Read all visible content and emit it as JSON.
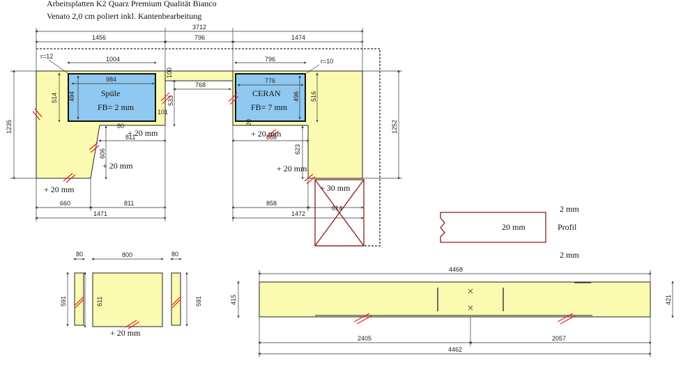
{
  "header": {
    "line1": "Arbeitsplatten K2 Quarz Premium Qualität Bianco",
    "line2": "Venato 2,0 cm poliert inkl. Kantenbearbeitung"
  },
  "cutouts": {
    "sink_label": "Spüle",
    "sink_fb": "FB= 2 mm",
    "ceran_label": "CERAN",
    "ceran_fb": "FB= 7 mm"
  },
  "radii": {
    "left": "r=12",
    "right": "r=10"
  },
  "edge_notes": {
    "a": "+ 20 mm",
    "b": "+ 20 mm",
    "c": "+ 20 mm",
    "d": "+ 20 mm",
    "e": "+ 20 mm",
    "f": "+ 30 mm",
    "g": "+ 20 mm"
  },
  "profile": {
    "top": "2 mm",
    "middle": "20 mm",
    "label": "Profil",
    "bottom": "2 mm"
  },
  "dims": {
    "total": "3712",
    "top_left": "1456",
    "top_mid": "796",
    "top_right": "1474",
    "sink_outer": "1004",
    "sink_inner": "984",
    "ceran_outer": "796",
    "ceran_inner": "776",
    "left_height": "1235",
    "right_height": "1252",
    "sink_h_outer": "514",
    "sink_h_inner": "494",
    "ceran_h_inner": "496",
    "ceran_h_outer": "516",
    "bridge_w": "768",
    "bridge_h": "533",
    "bridge_top": "100",
    "small_101": "101",
    "small_80a": "80",
    "small_20": "20",
    "under_left": "811",
    "under_right": "858",
    "leg_left_h": "606",
    "leg_right_h": "623",
    "bot_660": "660",
    "bot_811": "811",
    "bot_1471": "1471",
    "bot_858": "858",
    "bot_614": "614",
    "bot_1472": "1472",
    "p_80a": "80",
    "p_800": "800",
    "p_80b": "80",
    "p_591a": "591",
    "p_611": "611",
    "p_591b": "591",
    "long_top": "4468",
    "long_bottom": "4462",
    "long_415": "415",
    "long_421": "421",
    "long_2405": "2405",
    "long_2057": "2057"
  }
}
